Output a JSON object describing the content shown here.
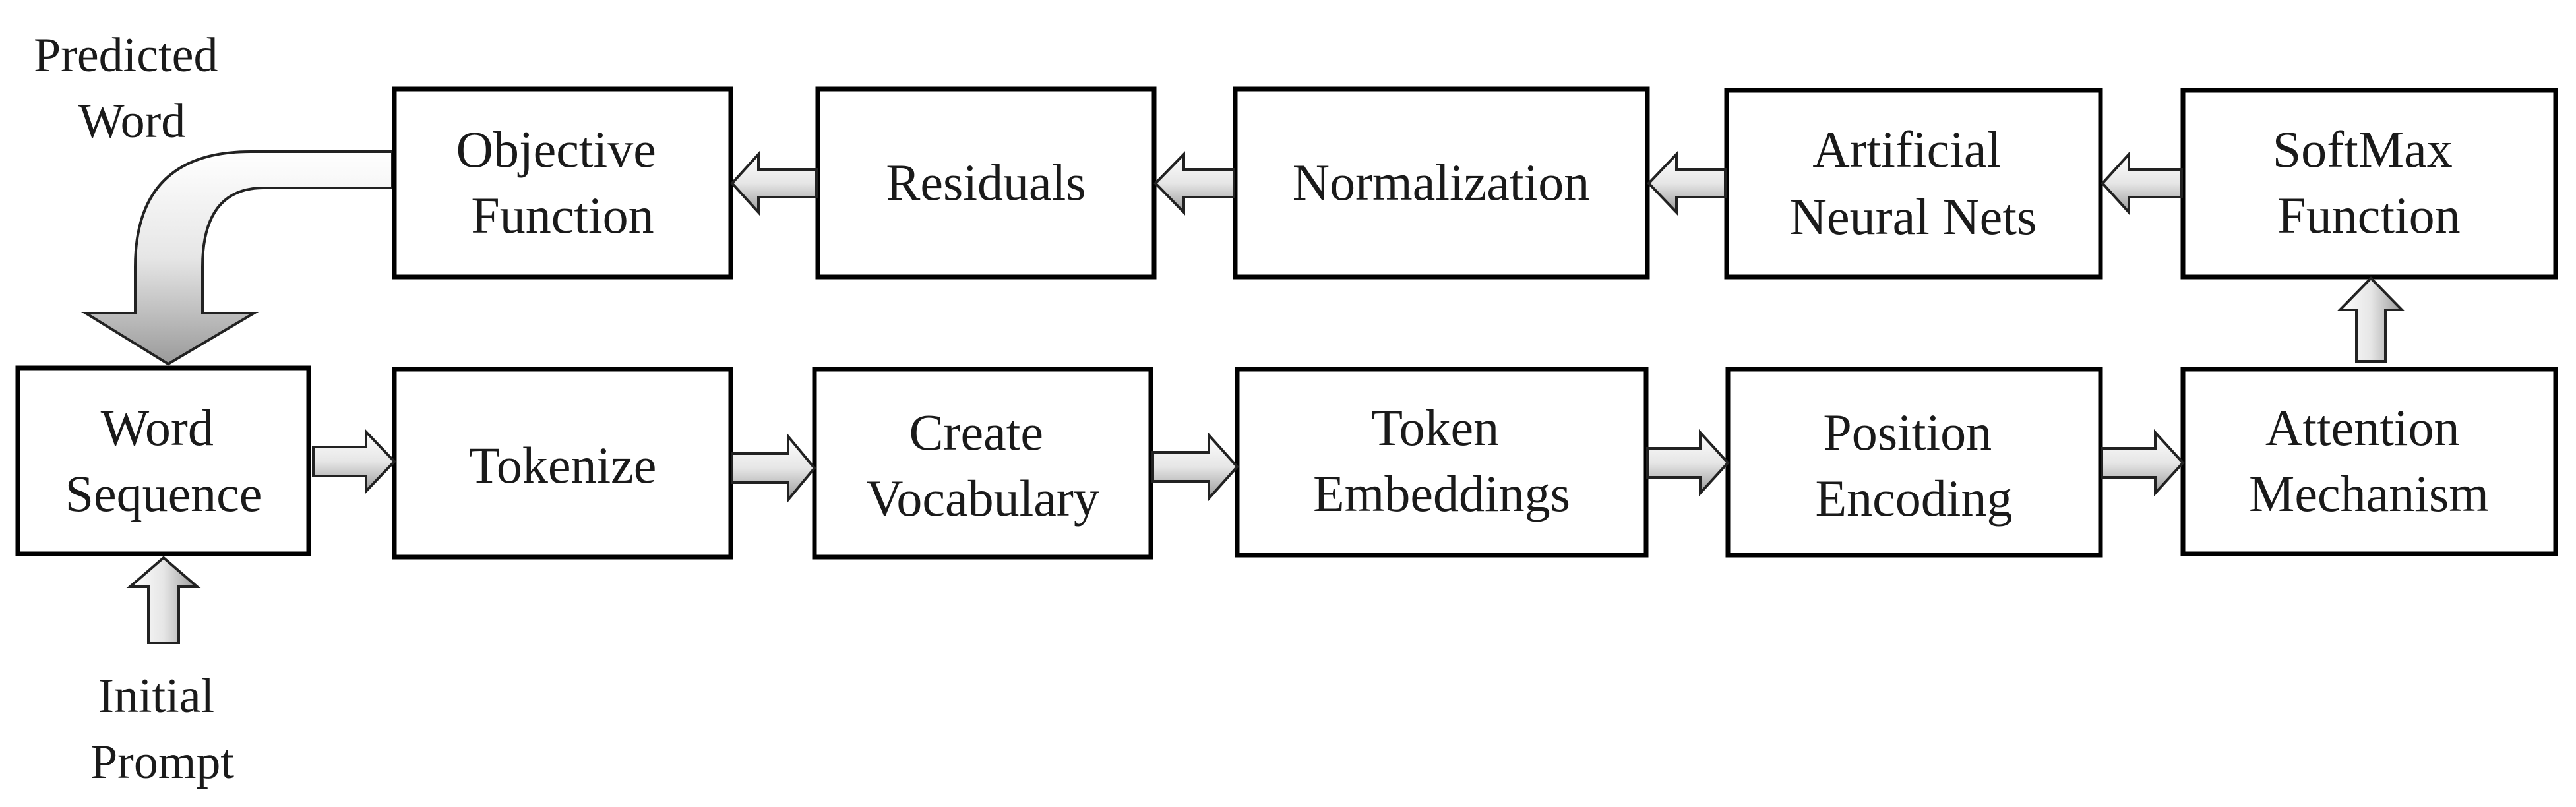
{
  "diagram": {
    "labels": {
      "predicted_word": [
        "Predicted",
        "Word"
      ],
      "initial_prompt": [
        "Initial",
        "Prompt"
      ]
    },
    "boxes": {
      "word_sequence": [
        "Word",
        "Sequence"
      ],
      "tokenize": [
        "Tokenize"
      ],
      "create_vocabulary": [
        "Create",
        "Vocabulary"
      ],
      "token_embeddings": [
        "Token",
        "Embeddings"
      ],
      "position_encoding": [
        "Position",
        "Encoding"
      ],
      "attention_mechanism": [
        "Attention",
        "Mechanism"
      ],
      "softmax_function": [
        "SoftMax",
        "Function"
      ],
      "artificial_neural_nets": [
        "Artificial",
        "Neural Nets"
      ],
      "normalization": [
        "Normalization"
      ],
      "residuals": [
        "Residuals"
      ],
      "objective_function": [
        "Objective",
        "Function"
      ]
    }
  }
}
